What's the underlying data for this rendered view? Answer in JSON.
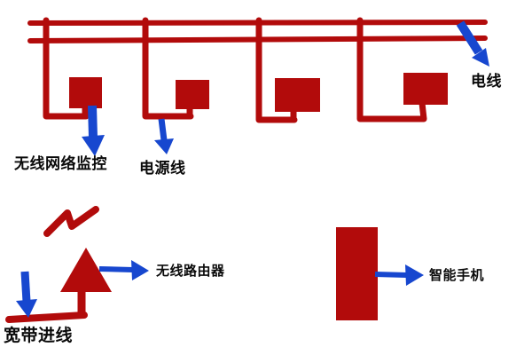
{
  "diagram": {
    "description": "wireless-network-monitoring-wiring-diagram",
    "colors": {
      "wire_red": "#b20b0b",
      "arrow_blue": "#1747cf",
      "label_black": "#0a0a0a",
      "background": "#ffffff"
    },
    "labels": {
      "camera": "无线网络监控",
      "power_line": "电源线",
      "electric_wire": "电线",
      "router": "无线路由器",
      "broadband": "宽带进线",
      "smartphone": "智能手机"
    }
  }
}
